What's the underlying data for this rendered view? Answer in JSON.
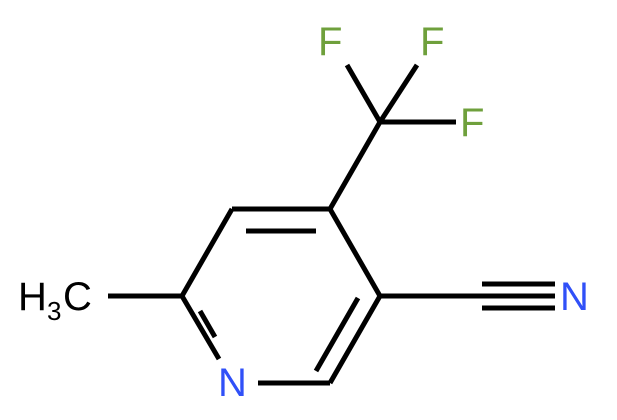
{
  "molecule": {
    "atoms": {
      "fluorine_1": "F",
      "fluorine_2": "F",
      "fluorine_3": "F",
      "ring_nitrogen": "N",
      "nitrile_nitrogen": "N",
      "methyl_h": "H",
      "methyl_sub": "3",
      "methyl_c": "C"
    },
    "colors": {
      "bond": "#000000",
      "carbon": "#000000",
      "nitrogen": "#3050f8",
      "fluorine": "#6fa03c"
    }
  }
}
